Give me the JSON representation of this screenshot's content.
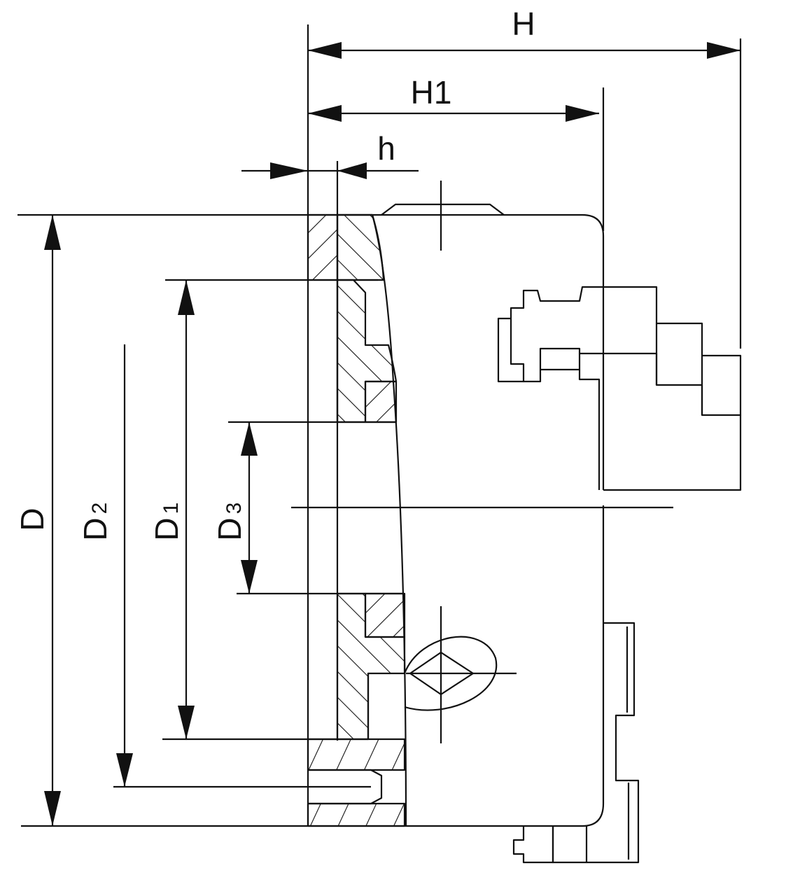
{
  "diagram": {
    "labels": {
      "H": "H",
      "H1": "H1",
      "h": "h",
      "D": "D",
      "D2_main": "D",
      "D2_sub": "2",
      "D1_main": "D",
      "D1_sub": "1",
      "D3_main": "D",
      "D3_sub": "3"
    },
    "colors": {
      "ink": "#111111",
      "background": "#ffffff"
    }
  }
}
